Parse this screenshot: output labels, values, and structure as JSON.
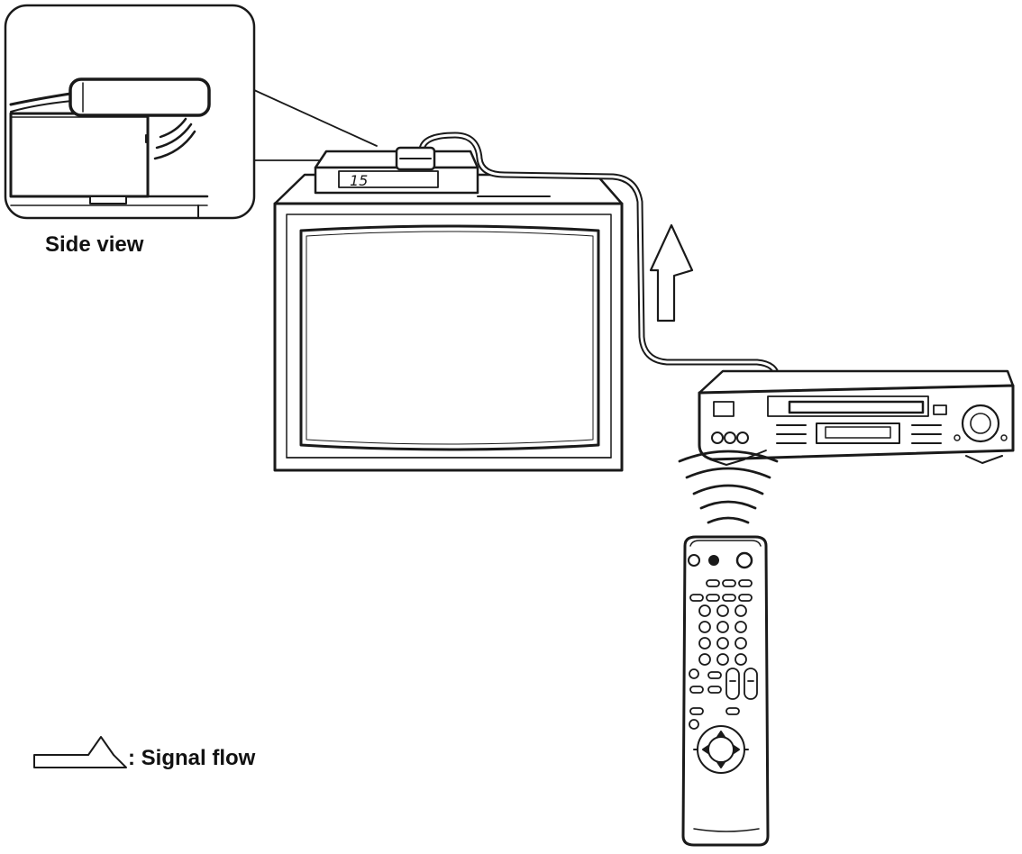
{
  "labels": {
    "side_view": "Side view",
    "signal_flow": ": Signal flow",
    "display_readout": "15"
  },
  "colors": {
    "line": "#1a1a1a",
    "background": "#ffffff",
    "arrow_fill": "#ffffff"
  },
  "icons": {
    "signal_flow_legend": "hollow-arrow-icon",
    "ir_waves": "wave-arcs"
  }
}
